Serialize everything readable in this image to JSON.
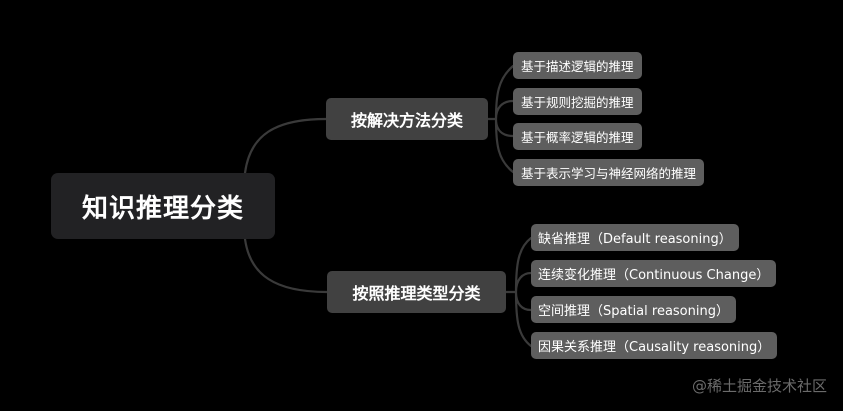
{
  "root": {
    "label": "知识推理分类"
  },
  "branches": [
    {
      "label": "按解决方法分类",
      "leaves": [
        "基于描述逻辑的推理",
        "基于规则挖掘的推理",
        "基于概率逻辑的推理",
        "基于表示学习与神经网络的推理"
      ]
    },
    {
      "label": "按照推理类型分类",
      "leaves": [
        "缺省推理（Default reasoning）",
        "连续变化推理（Continuous Change）",
        "空间推理（Spatial reasoning）",
        "因果关系推理（Causality reasoning）"
      ]
    }
  ],
  "watermark": "@稀土掘金技术社区",
  "colors": {
    "background": "#000000",
    "connector": "#3a3a3a",
    "root": "#222224",
    "branch": "#414141",
    "leaf": "#5e5e5e"
  }
}
